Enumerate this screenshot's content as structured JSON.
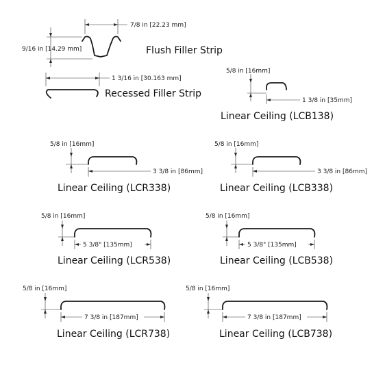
{
  "flush": {
    "name": "Flush Filler Strip",
    "width_dim": "7/8 in [22.23 mm]",
    "height_dim": "9/16 in [14.29 mm]"
  },
  "recessed": {
    "name": "Recessed Filler Strip",
    "width_dim": "1 3/16 in [30.163 mm]"
  },
  "lcb138": {
    "name": "Linear Ceiling (LCB138)",
    "height_dim": "5/8 in [16mm]",
    "width_dim": "1 3/8 in [35mm]"
  },
  "lcr338": {
    "name": "Linear Ceiling (LCR338)",
    "height_dim": "5/8 in [16mm]",
    "width_dim": "3 3/8 in [86mm]"
  },
  "lcb338": {
    "name": "Linear Ceiling (LCB338)",
    "height_dim": "5/8 in [16mm]",
    "width_dim": "3 3/8 in [86mm]"
  },
  "lcr538": {
    "name": "Linear Ceiling (LCR538)",
    "height_dim": "5/8 in [16mm]",
    "width_dim": "5 3/8\" [135mm]"
  },
  "lcb538": {
    "name": "Linear Ceiling (LCB538)",
    "height_dim": "5/8 in [16mm]",
    "width_dim": "5 3/8\" [135mm]"
  },
  "lcr738": {
    "name": "Linear Ceiling (LCR738)",
    "height_dim": "5/8 in [16mm]",
    "width_dim": "7 3/8 in [187mm]"
  },
  "lcb738": {
    "name": "Linear Ceiling (LCB738)",
    "height_dim": "5/8 in [16mm]",
    "width_dim": "7 3/8 in [187mm]"
  }
}
